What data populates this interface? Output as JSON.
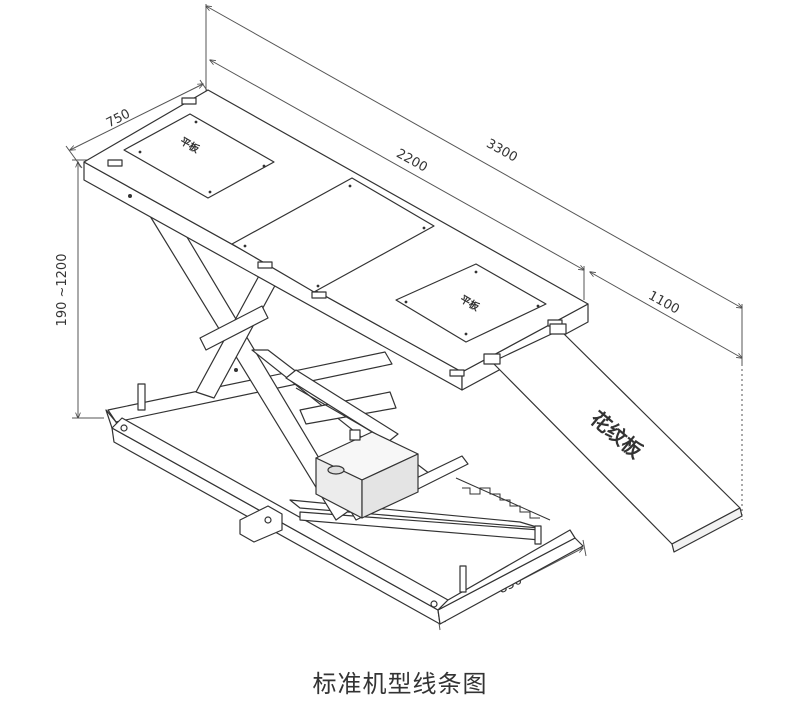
{
  "caption": "标准机型线条图",
  "dimensions": {
    "width": "750",
    "platform_length": "2200",
    "total_length": "3300",
    "ramp_length": "1100",
    "height_range": "190 ~1200",
    "base_width": "850"
  },
  "plate_labels": {
    "front_plate": "平板",
    "rear_plate": "平板",
    "ramp": "花纹板"
  },
  "colors": {
    "line": "#333333",
    "fill": "#ffffff",
    "dim_line": "#555555",
    "motor": "#f3f3f3"
  }
}
